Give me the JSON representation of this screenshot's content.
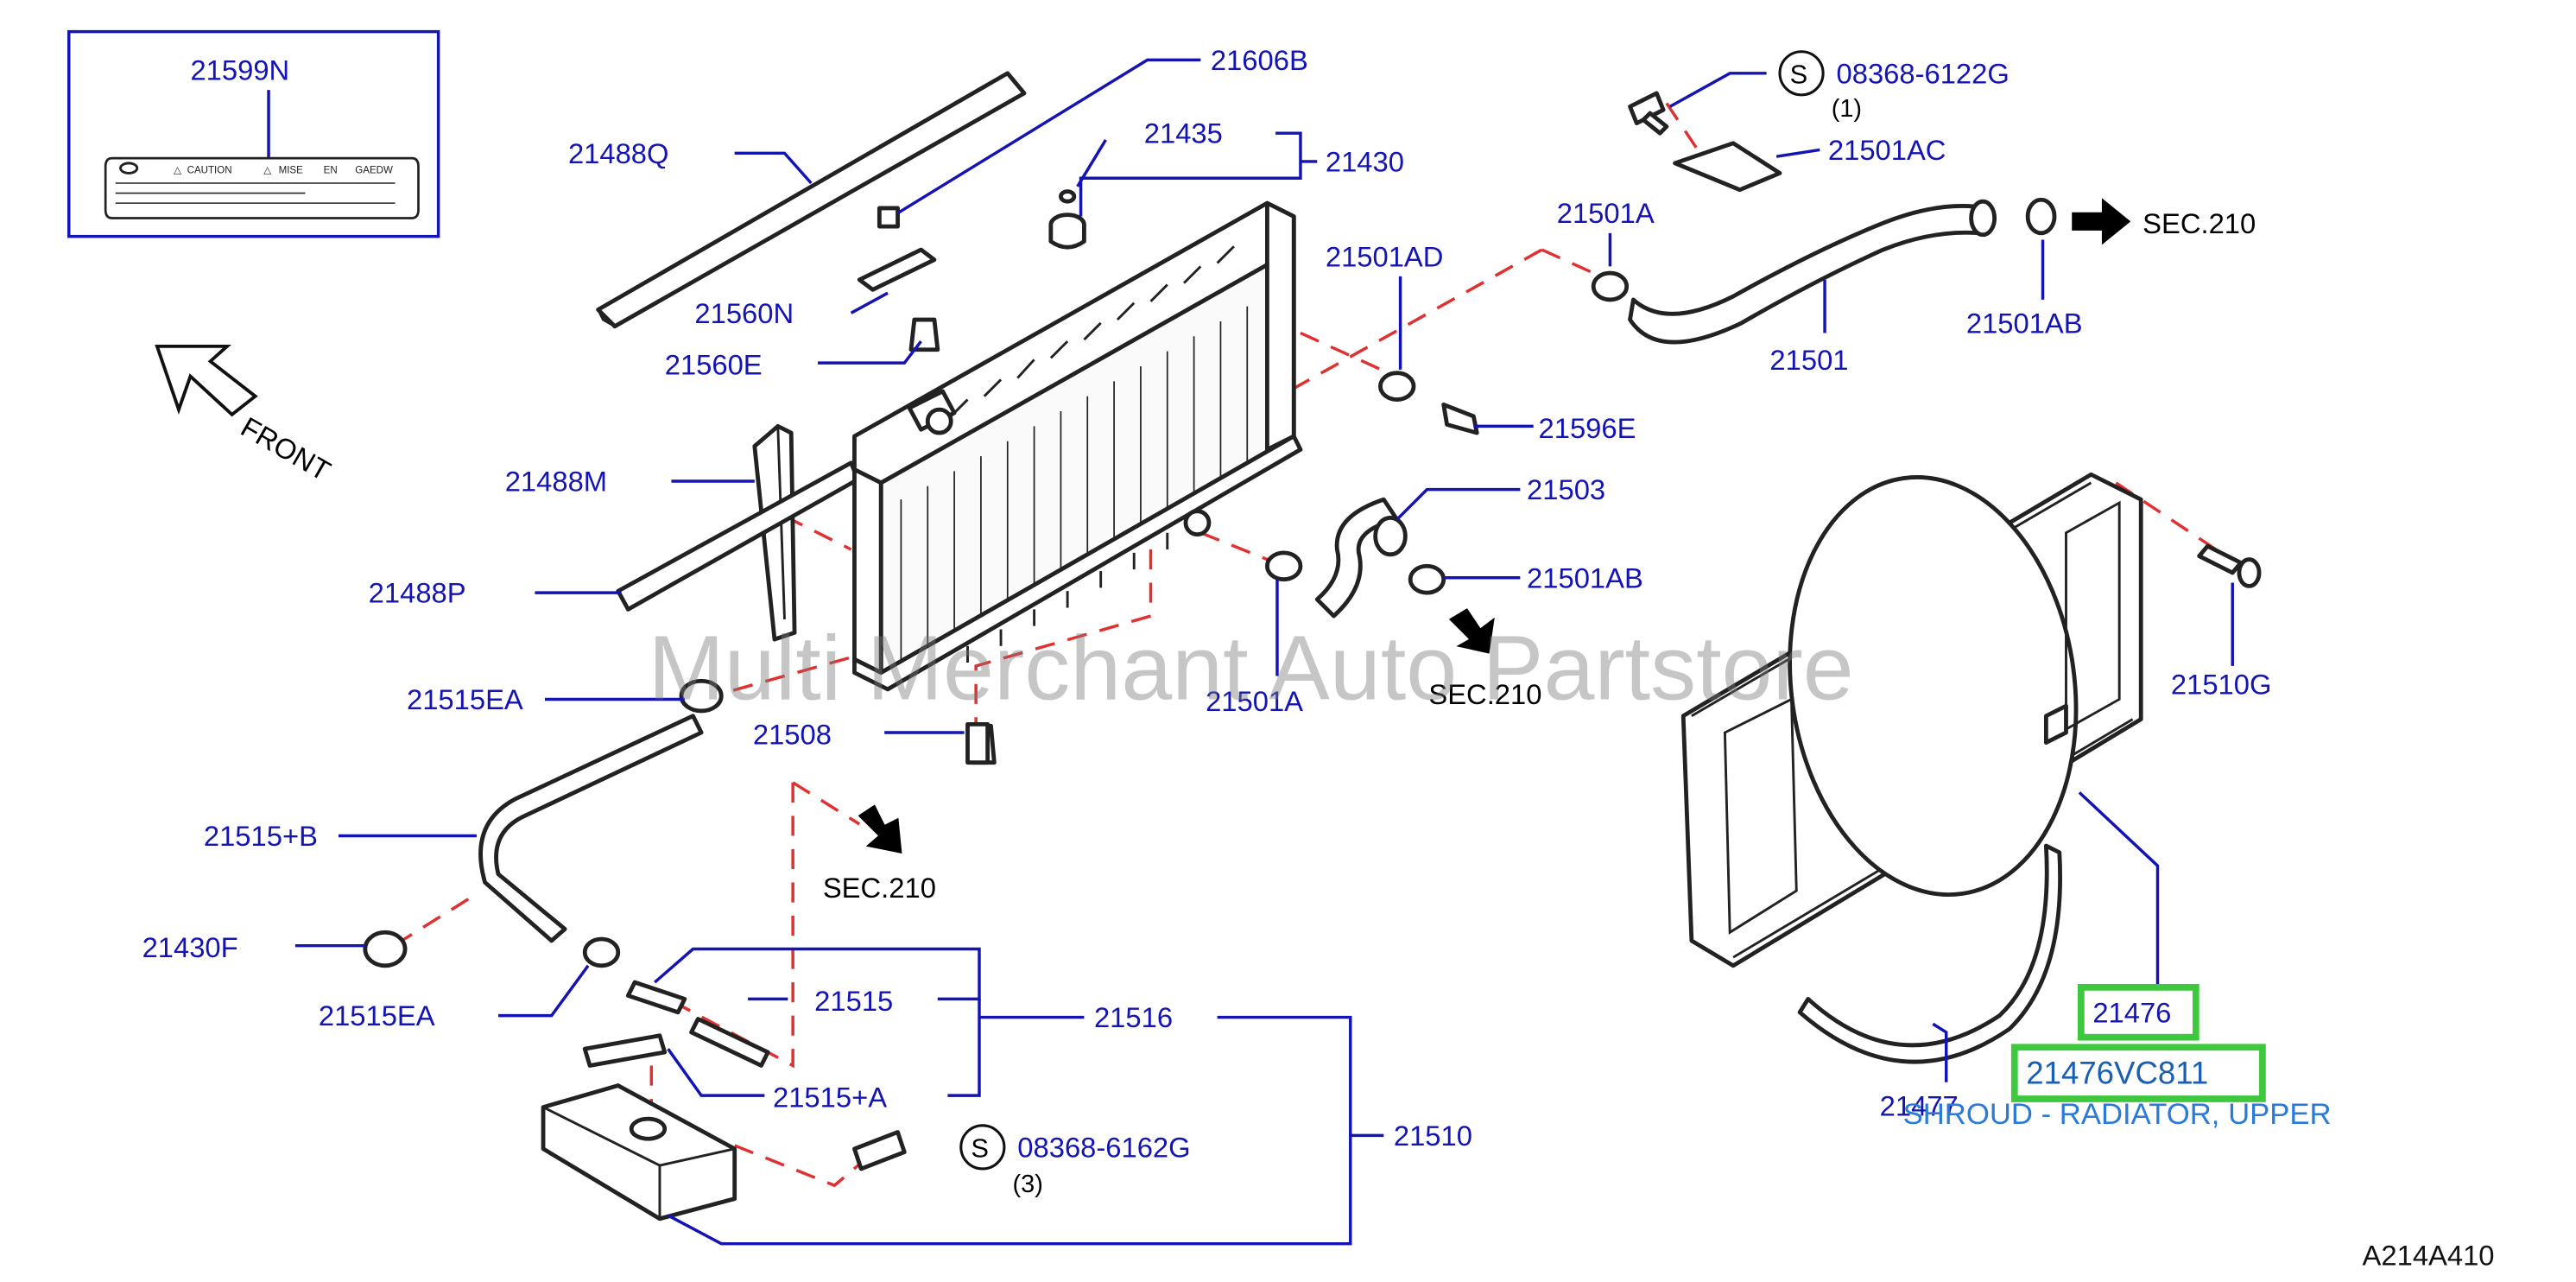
{
  "diagram": {
    "inset_label": "21599N",
    "inset_caution": "CAUTION",
    "inset_mise": "MISE",
    "inset_en": "EN",
    "inset_gaedw": "GAEDW",
    "front_label": "FRONT",
    "watermark": "Multi Merchant Auto Partstore",
    "diagram_code": "A214A410",
    "sec_label": "SEC.210",
    "screw_symbol": "S",
    "labels": {
      "p21606B": "21606B",
      "p21435": "21435",
      "p21430": "21430",
      "p21488Q": "21488Q",
      "p21560N": "21560N",
      "p21560E": "21560E",
      "p21488M": "21488M",
      "p21488P": "21488P",
      "p21515EA_top": "21515EA",
      "p21508": "21508",
      "p21515B": "21515+B",
      "p21430F": "21430F",
      "p21515EA_bottom": "21515EA",
      "p21515": "21515",
      "p21516": "21516",
      "p21515A": "21515+A",
      "p21510": "21510",
      "p08368_6162G": "08368-6162G",
      "qty_3": "(3)",
      "p08368_6122G": "08368-6122G",
      "qty_1": "(1)",
      "p21501AC": "21501AC",
      "p21501A_top": "21501A",
      "p21501AD": "21501AD",
      "p21501": "21501",
      "p21501AB_top": "21501AB",
      "p21596E": "21596E",
      "p21503": "21503",
      "p21501AB_mid": "21501AB",
      "p21501A_mid": "21501A",
      "p21510G": "21510G",
      "p21476": "21476",
      "p21477": "21477"
    },
    "highlight": {
      "part_number": "21476VC811",
      "description": "SHROUD - RADIATOR, UPPER",
      "color": "#3ec83e"
    }
  }
}
